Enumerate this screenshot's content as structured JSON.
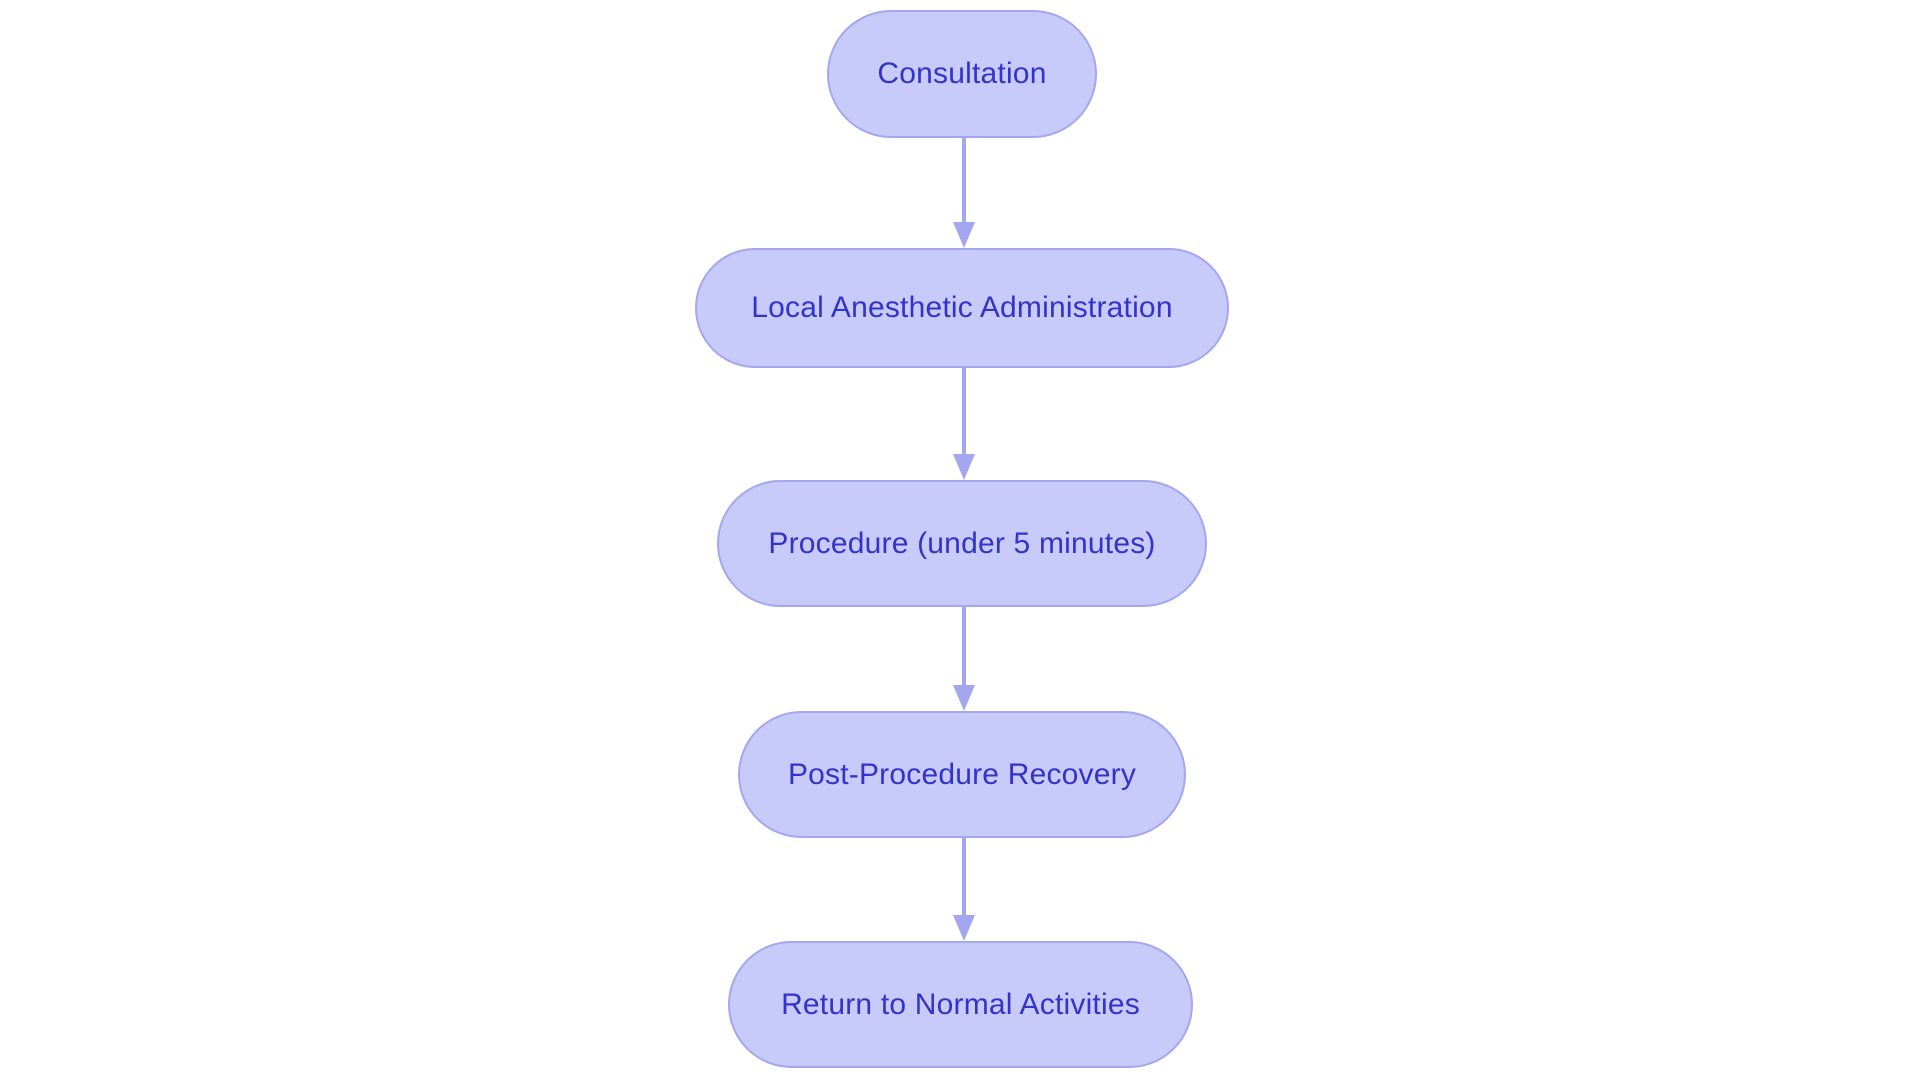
{
  "diagram": {
    "type": "flowchart",
    "orientation": "top-to-bottom",
    "title": "",
    "background_color": "#ffffff",
    "node_fill_color": "#c8caf9",
    "node_border_color": "#a3a7f0",
    "node_text_color": "#3333cc",
    "connector_color": "#a3a7f0",
    "node_shape": "stadium",
    "nodes": [
      {
        "id": "n1",
        "label": "Consultation"
      },
      {
        "id": "n2",
        "label": "Local Anesthetic Administration"
      },
      {
        "id": "n3",
        "label": "Procedure (under 5 minutes)"
      },
      {
        "id": "n4",
        "label": "Post-Procedure Recovery"
      },
      {
        "id": "n5",
        "label": "Return to Normal Activities"
      }
    ],
    "edges": [
      {
        "id": "e1",
        "from": "n1",
        "to": "n2",
        "label": ""
      },
      {
        "id": "e2",
        "from": "n2",
        "to": "n3",
        "label": ""
      },
      {
        "id": "e3",
        "from": "n3",
        "to": "n4",
        "label": ""
      },
      {
        "id": "e4",
        "from": "n4",
        "to": "n5",
        "label": ""
      }
    ]
  }
}
